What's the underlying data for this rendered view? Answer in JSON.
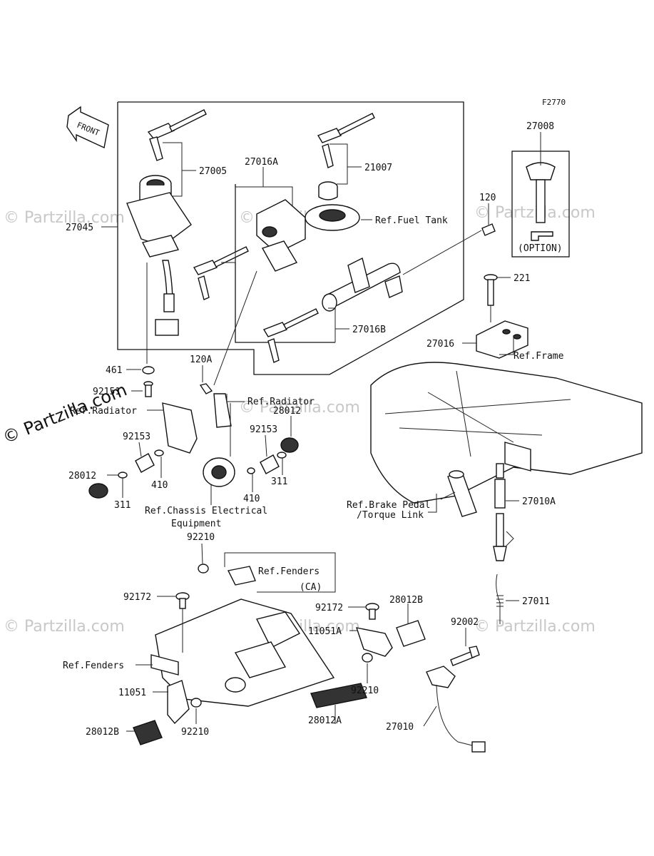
{
  "figure_code": "F2770",
  "front_label": "FRONT",
  "watermark": "© Partzilla.com",
  "option_label": "(OPTION)",
  "labels": {
    "p27005": "27005",
    "p27016A": "27016A",
    "p21007": "21007",
    "p27008": "27008",
    "ref_fuel_tank": "Ref.Fuel Tank",
    "p120": "120",
    "p27045": "27045",
    "p221": "221",
    "p27016B": "27016B",
    "p27016": "27016",
    "ref_frame": "Ref.Frame",
    "p461": "461",
    "p120A": "120A",
    "p92151": "92151",
    "ref_radiator_1": "Ref.Radiator",
    "ref_radiator_2": "Ref.Radiator",
    "p28012_a": "28012",
    "p28012_b": "28012",
    "p92153_a": "92153",
    "p92153_b": "92153",
    "p410_a": "410",
    "p410_b": "410",
    "p311_a": "311",
    "p311_b": "311",
    "ref_chassis_1": "Ref.Chassis Electrical",
    "ref_chassis_2": "Equipment",
    "ref_brake_1": "Ref.Brake Pedal",
    "ref_brake_2": "/Torque Link",
    "p27010A": "27010A",
    "p92210_top": "92210",
    "ref_fenders_ca": "Ref.Fenders",
    "ca": "(CA)",
    "p92172_a": "92172",
    "p92172_b": "92172",
    "p28012B_a": "28012B",
    "p28012B_b": "28012B",
    "p11051A": "11051A",
    "p27011": "27011",
    "p92002": "92002",
    "ref_fenders": "Ref.Fenders",
    "p92210_mid": "92210",
    "p92210_bot": "92210",
    "p11051": "11051",
    "p28012A": "28012A",
    "p27010": "27010"
  }
}
